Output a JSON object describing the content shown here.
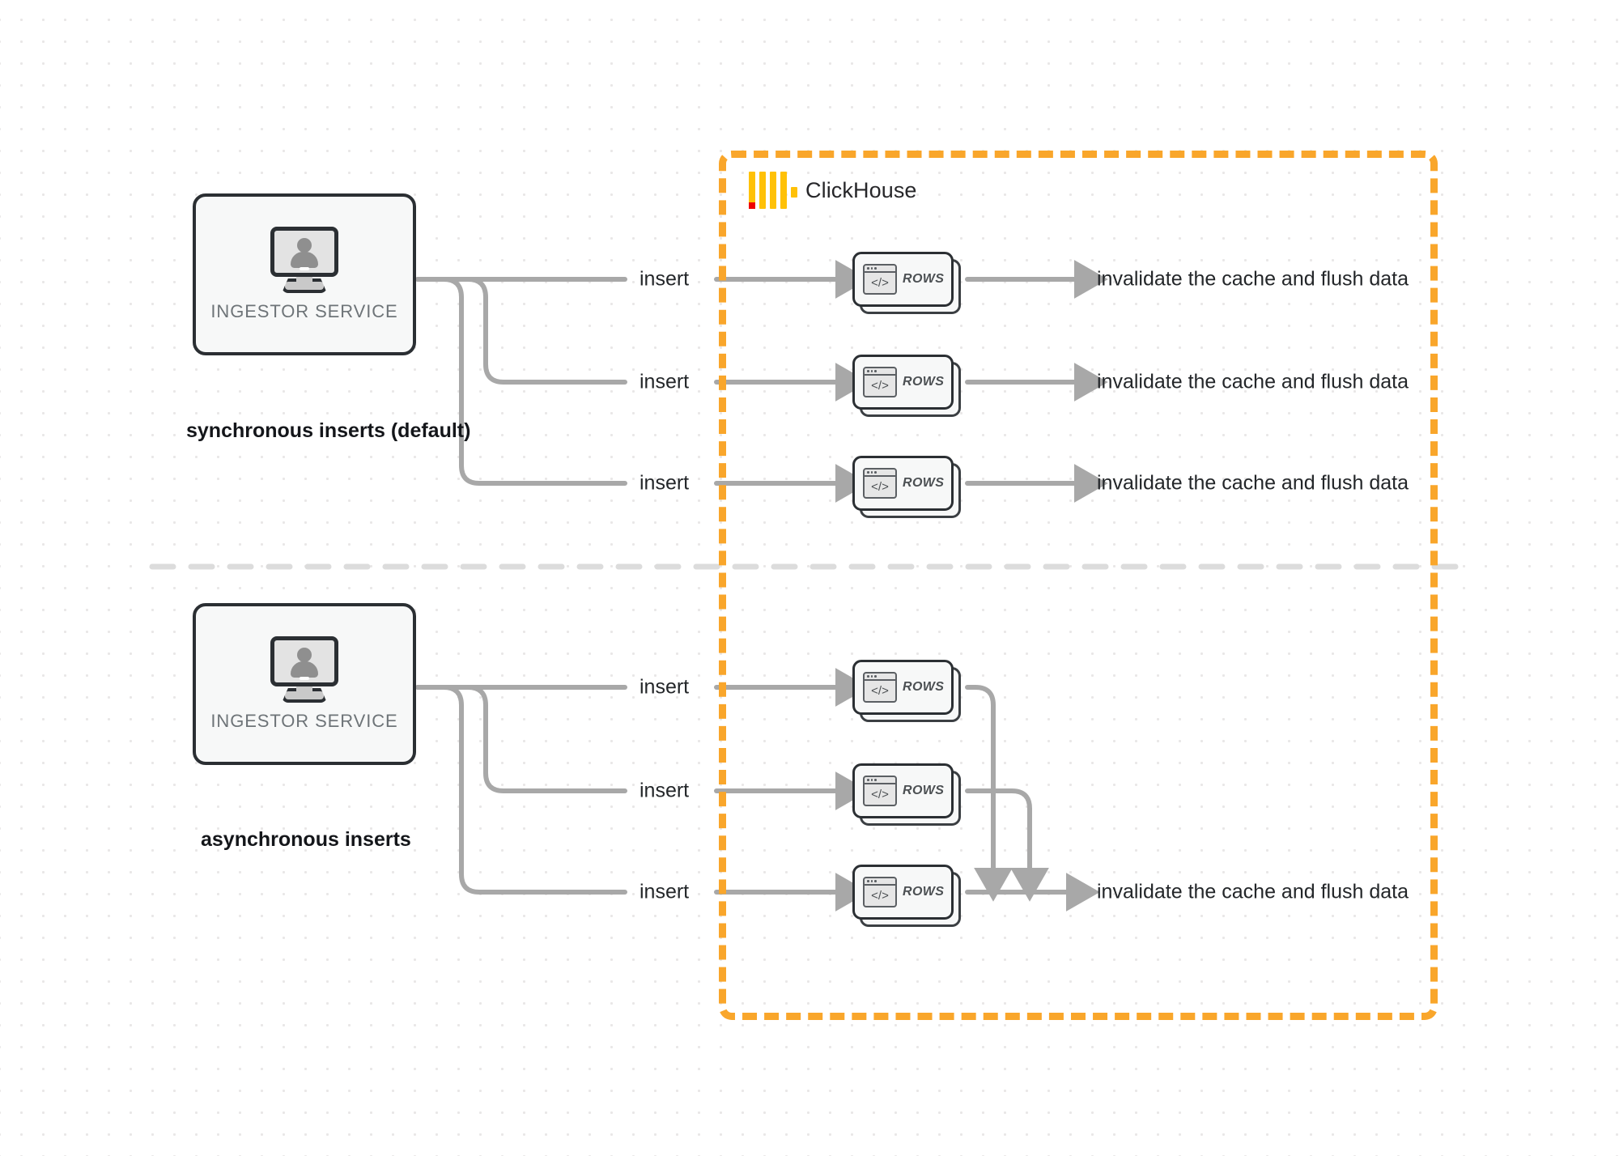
{
  "diagram": {
    "title": "ClickHouse synchronous vs asynchronous inserts",
    "colors": {
      "clickhouse_orange": "#f9a62b",
      "logo_yellow": "#ffc107",
      "logo_red": "#ef0000",
      "wire_gray": "#a8a8a8",
      "box_border": "#2b2f33",
      "text_dark": "#232629",
      "label_gray": "#6e7478",
      "divider_gray": "#dcdcdc"
    }
  },
  "clickhouse_zone": {
    "brand_name": "ClickHouse",
    "logo_icon": "clickhouse-logo-icon"
  },
  "sections": [
    {
      "id": "synchronous",
      "caption": "synchronous inserts (default)",
      "service": {
        "label": "INGESTOR SERVICE",
        "icon": "monitor-user-icon"
      },
      "flows": [
        {
          "insert_label": "insert",
          "node_label": "ROWS",
          "output_label": "invalidate the cache and flush data"
        },
        {
          "insert_label": "insert",
          "node_label": "ROWS",
          "output_label": "invalidate the cache and flush data"
        },
        {
          "insert_label": "insert",
          "node_label": "ROWS",
          "output_label": "invalidate the cache and flush data"
        }
      ]
    },
    {
      "id": "asynchronous",
      "caption": "asynchronous inserts",
      "service": {
        "label": "INGESTOR SERVICE",
        "icon": "monitor-user-icon"
      },
      "flows": [
        {
          "insert_label": "insert",
          "node_label": "ROWS"
        },
        {
          "insert_label": "insert",
          "node_label": "ROWS"
        },
        {
          "insert_label": "insert",
          "node_label": "ROWS"
        }
      ],
      "merged_output_label": "invalidate the cache and flush data"
    }
  ]
}
